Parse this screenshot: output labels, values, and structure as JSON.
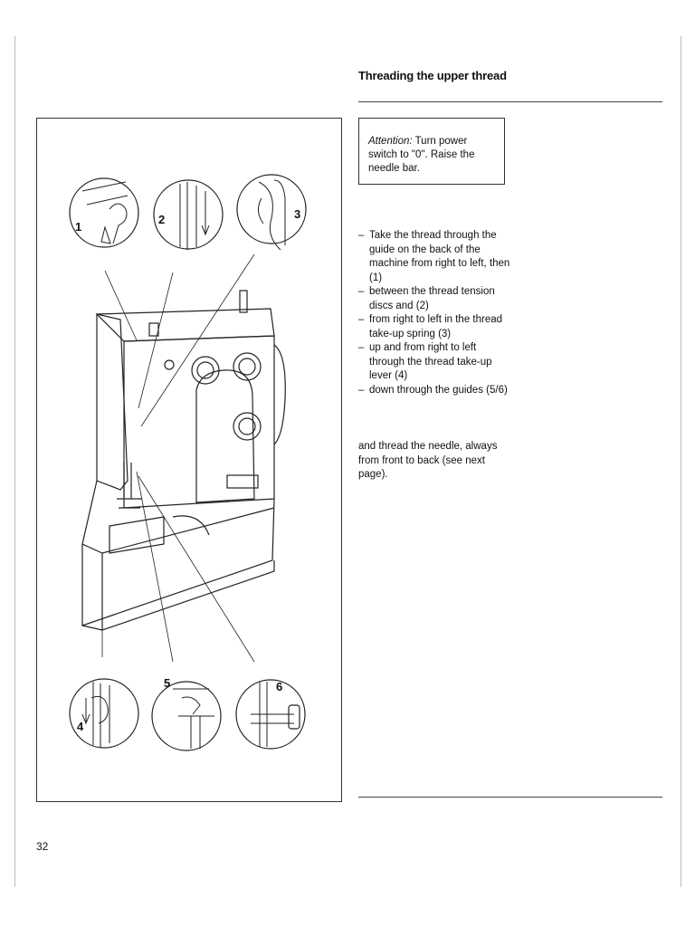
{
  "heading": "Threading the upper thread",
  "attention": {
    "label": "Attention:",
    "text": " Turn power switch to \"0\". Raise the needle bar."
  },
  "steps": [
    "Take the thread through the guide on the back of the machine from right to left, then (1)",
    "between the thread tension discs and (2)",
    "from right to left in the thread take-up spring (3)",
    "up and from right to left through the thread take-up lever (4)",
    "down through the guides (5/6)"
  ],
  "closing": "and thread the needle, always from front to back (see next page).",
  "figure": {
    "callouts": [
      "1",
      "2",
      "3",
      "4",
      "5",
      "6"
    ]
  },
  "page_number": "32"
}
